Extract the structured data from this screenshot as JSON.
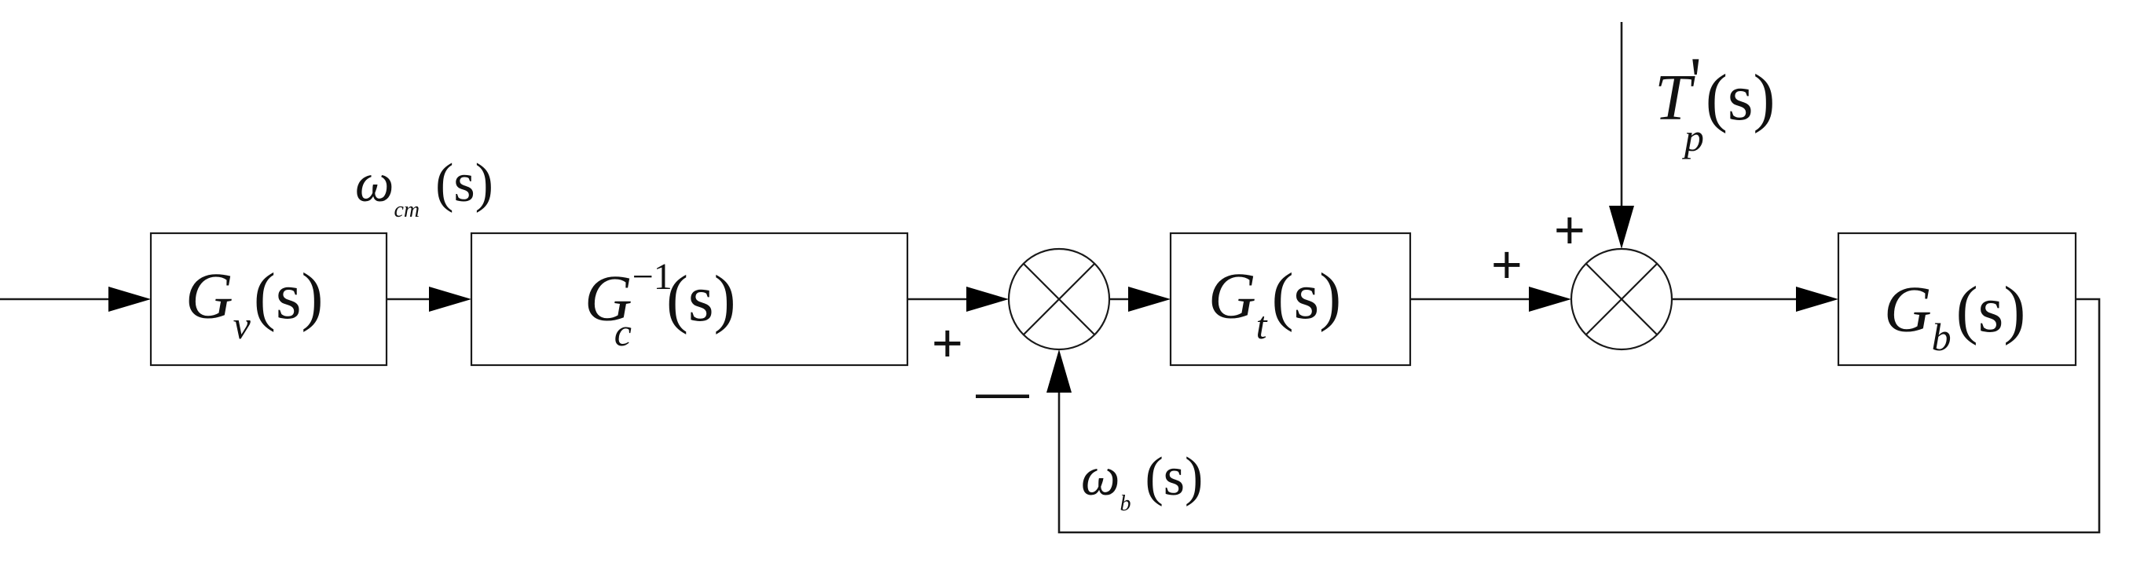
{
  "blocks": {
    "gv": {
      "symbol": "G",
      "sub": "v",
      "arg": "(s)"
    },
    "gc": {
      "symbol": "G",
      "sub": "c",
      "sup": "−1",
      "arg": "(s)"
    },
    "gt": {
      "symbol": "G",
      "sub": "t",
      "arg": "(s)"
    },
    "gb": {
      "symbol": "G",
      "sub": "b",
      "arg": "(s)"
    }
  },
  "signals": {
    "omega_cm": {
      "symbol": "ω",
      "sub": "cm",
      "arg": "(s)"
    },
    "omega_b": {
      "symbol": "ω",
      "sub": "b",
      "arg": "(s)"
    },
    "disturbance": {
      "symbol": "T",
      "sub": "p",
      "sup": "'",
      "arg": "(s)"
    }
  },
  "signs": {
    "sum1_top": "+",
    "sum1_bottom": "—",
    "sum2_left": "+",
    "sum2_top": "+"
  }
}
